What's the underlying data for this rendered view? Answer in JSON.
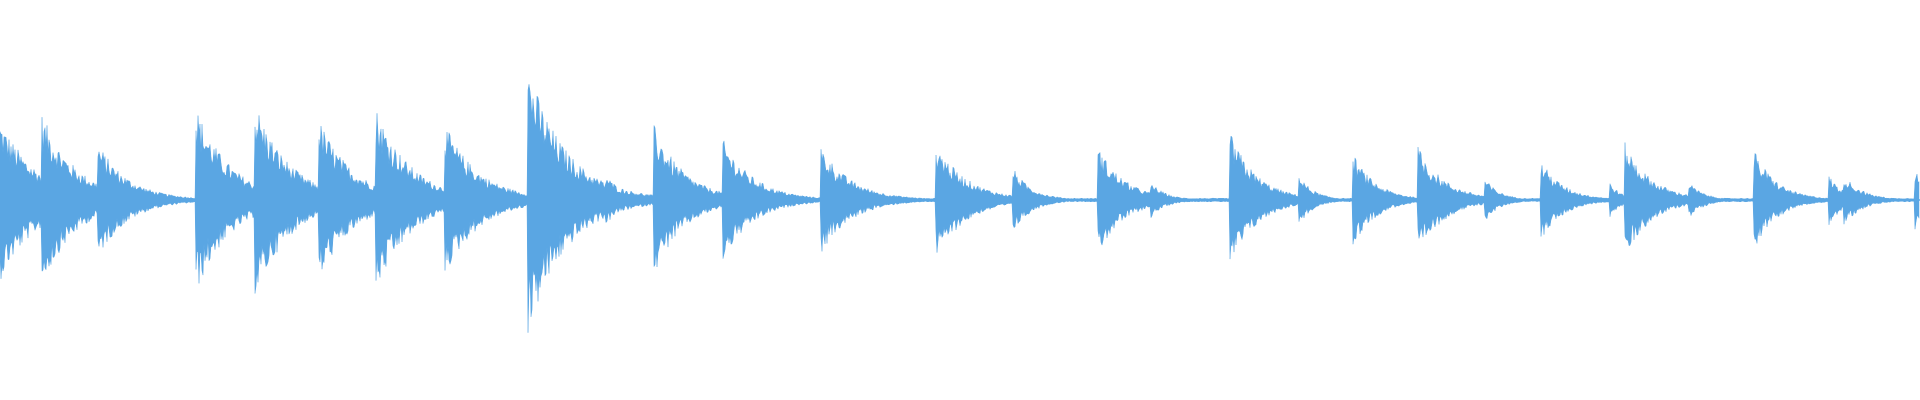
{
  "waveform": {
    "color": "#5aa6e3",
    "baseline_color": "#5aa6e3",
    "transients": [
      {
        "t": 0.0,
        "amp": 0.45,
        "decay": 0.02
      },
      {
        "t": 0.022,
        "amp": 0.48,
        "decay": 0.018
      },
      {
        "t": 0.051,
        "amp": 0.32,
        "decay": 0.016
      },
      {
        "t": 0.102,
        "amp": 0.52,
        "decay": 0.018
      },
      {
        "t": 0.133,
        "amp": 0.55,
        "decay": 0.018
      },
      {
        "t": 0.166,
        "amp": 0.45,
        "decay": 0.018
      },
      {
        "t": 0.196,
        "amp": 0.52,
        "decay": 0.018
      },
      {
        "t": 0.232,
        "amp": 0.42,
        "decay": 0.018
      },
      {
        "t": 0.275,
        "amp": 0.75,
        "decay": 0.02
      },
      {
        "t": 0.316,
        "amp": 0.14,
        "decay": 0.01
      },
      {
        "t": 0.341,
        "amp": 0.42,
        "decay": 0.016
      },
      {
        "t": 0.377,
        "amp": 0.34,
        "decay": 0.016
      },
      {
        "t": 0.428,
        "amp": 0.3,
        "decay": 0.016
      },
      {
        "t": 0.488,
        "amp": 0.32,
        "decay": 0.016
      },
      {
        "t": 0.528,
        "amp": 0.18,
        "decay": 0.01
      },
      {
        "t": 0.572,
        "amp": 0.3,
        "decay": 0.014
      },
      {
        "t": 0.6,
        "amp": 0.1,
        "decay": 0.008
      },
      {
        "t": 0.641,
        "amp": 0.38,
        "decay": 0.014
      },
      {
        "t": 0.677,
        "amp": 0.14,
        "decay": 0.008
      },
      {
        "t": 0.705,
        "amp": 0.26,
        "decay": 0.012
      },
      {
        "t": 0.739,
        "amp": 0.3,
        "decay": 0.014
      },
      {
        "t": 0.774,
        "amp": 0.12,
        "decay": 0.008
      },
      {
        "t": 0.803,
        "amp": 0.22,
        "decay": 0.012
      },
      {
        "t": 0.839,
        "amp": 0.1,
        "decay": 0.006
      },
      {
        "t": 0.847,
        "amp": 0.32,
        "decay": 0.014
      },
      {
        "t": 0.88,
        "amp": 0.1,
        "decay": 0.008
      },
      {
        "t": 0.914,
        "amp": 0.28,
        "decay": 0.012
      },
      {
        "t": 0.953,
        "amp": 0.14,
        "decay": 0.008
      },
      {
        "t": 0.961,
        "amp": 0.14,
        "decay": 0.01
      },
      {
        "t": 0.998,
        "amp": 0.18,
        "decay": 0.006
      }
    ]
  }
}
